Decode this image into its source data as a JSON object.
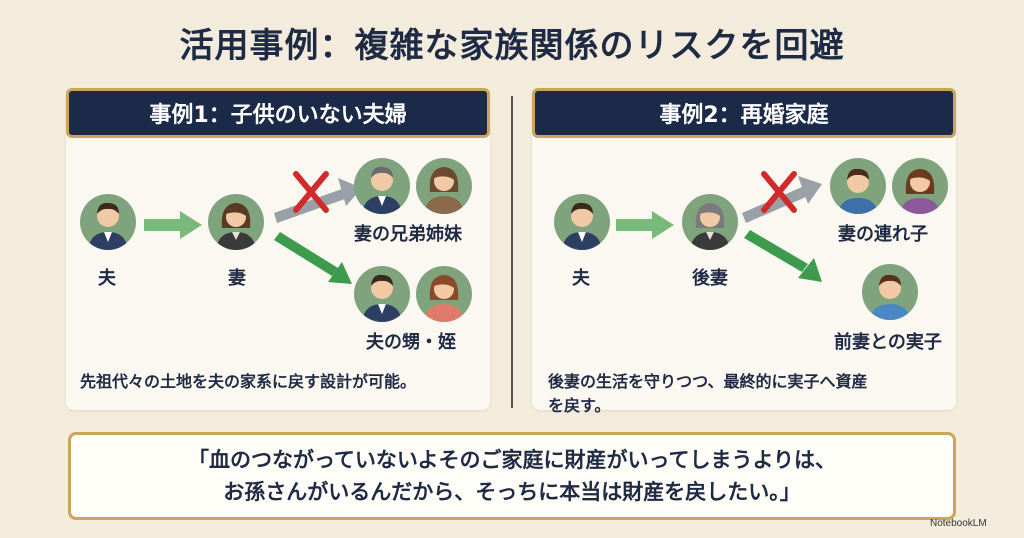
{
  "title": "活用事例：複雑な家族関係のリスクを回避",
  "case1": {
    "header": "事例1：子供のいない夫婦",
    "husband": "夫",
    "wife": "妻",
    "siblings": "妻の兄弟姉妹",
    "nephews": "夫の甥・姪",
    "note": "先祖代々の土地を夫の家系に戻す設計が可能。"
  },
  "case2": {
    "header": "事例2：再婚家庭",
    "husband": "夫",
    "second_wife": "後妻",
    "stepchild": "妻の連れ子",
    "own_child": "前妻との実子",
    "note_line1": "後妻の生活を守りつつ、最終的に実子へ資産",
    "note_line2": "を戻す。"
  },
  "quote": {
    "line1": "「血のつながっていないよそのご家庭に財産がいってしまうよりは、",
    "line2": "お孫さんがいるんだから、そっちに本当は財産を戻したい。」"
  },
  "brand": "NotebookLM",
  "colors": {
    "header_bg": "#1c2a4a",
    "gold": "#c9a65b",
    "green_arrow": "#3e9a4c",
    "gray_arrow": "#9aa0a8",
    "red_x": "#d12a2a"
  },
  "icons": [
    "man-avatar-icon",
    "woman-avatar-icon",
    "boy-avatar-icon",
    "girl-avatar-icon",
    "red-x-icon",
    "green-arrow-icon",
    "gray-arrow-icon"
  ]
}
